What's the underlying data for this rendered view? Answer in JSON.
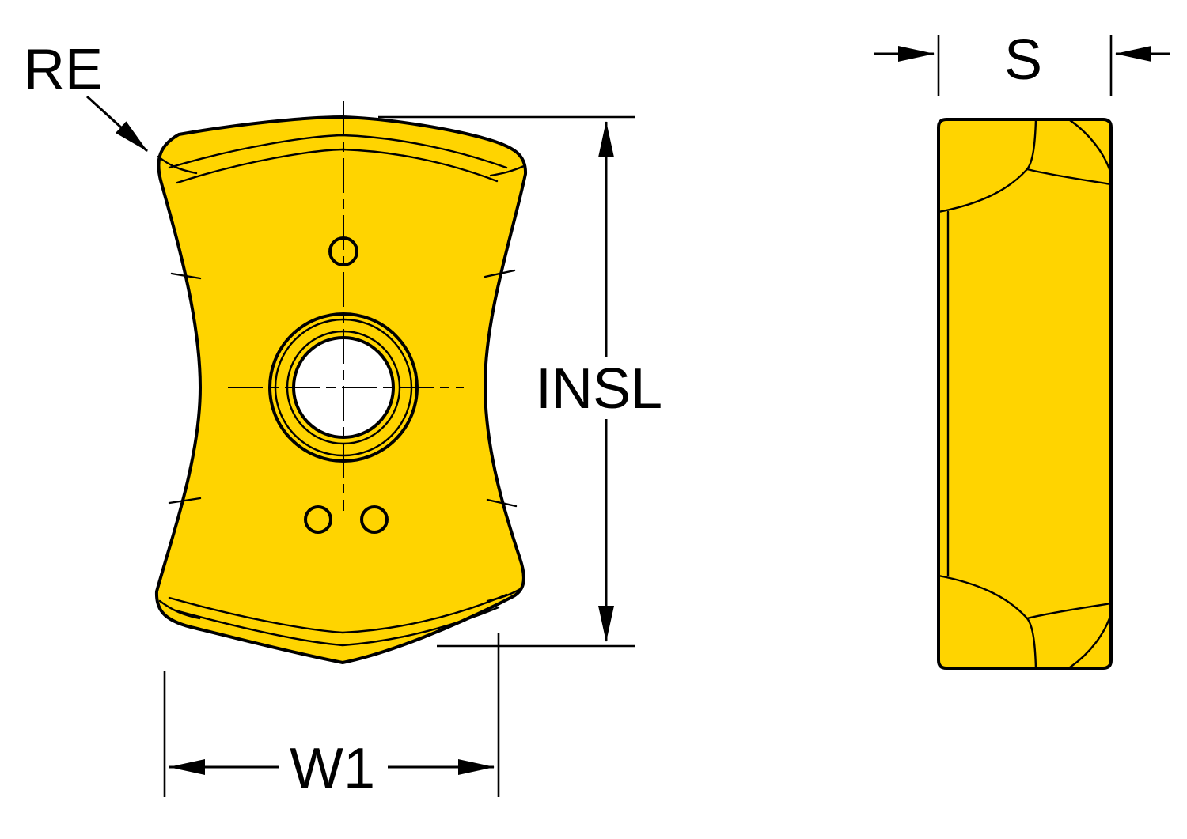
{
  "labels": {
    "corner_radius": "RE",
    "insert_length": "INSL",
    "width": "W1",
    "thickness": "S"
  },
  "colors": {
    "insert_fill": "#FFD400",
    "line": "#000000",
    "background": "#FFFFFF"
  }
}
